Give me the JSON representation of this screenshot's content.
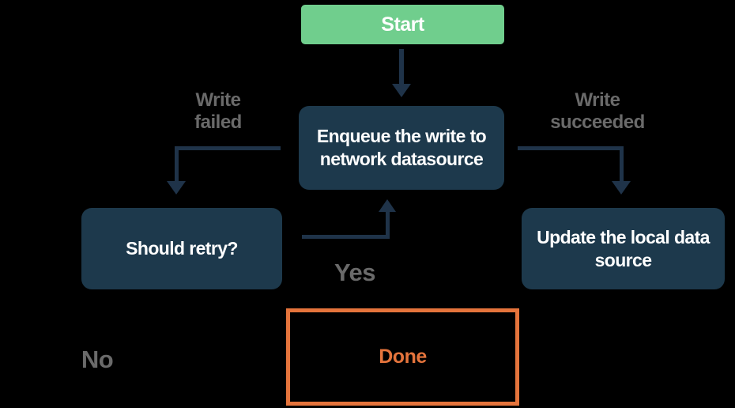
{
  "colors": {
    "background": "#000000",
    "node_fill": "#1D394C",
    "node_text": "#FFFFFF",
    "start_fill": "#70CE8D",
    "arrow": "#1F3349",
    "label_text": "#6A6A6A",
    "done_border": "#E5743C",
    "done_text": "#E5743C"
  },
  "nodes": {
    "start": {
      "label": "Start"
    },
    "enqueue": {
      "label": "Enqueue the write to\nnetwork datasource"
    },
    "retry": {
      "label": "Should retry?"
    },
    "update": {
      "label": "Update the local data\nsource"
    },
    "done": {
      "label": "Done"
    }
  },
  "edge_labels": {
    "write_failed": "Write\nfailed",
    "write_succeeded": "Write\nsucceeded",
    "yes": "Yes",
    "no": "No"
  }
}
